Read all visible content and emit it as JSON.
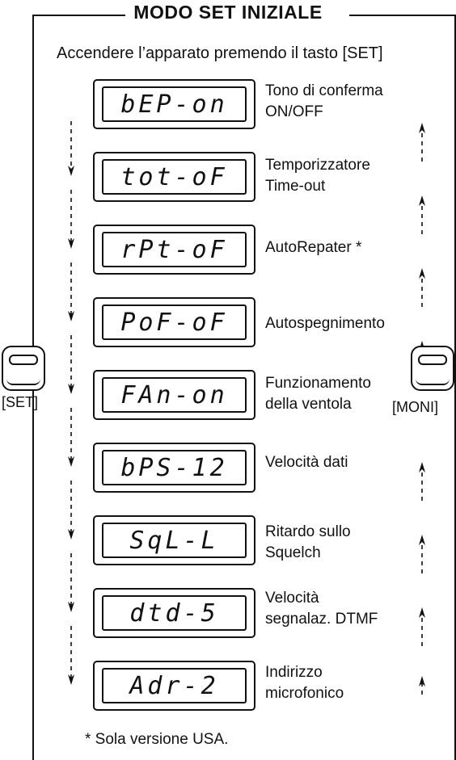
{
  "title": "MODO SET INIZIALE",
  "intro": "Accendere l’apparato premendo il tasto [SET]",
  "items": [
    {
      "display": "bEP-on",
      "desc_line1": "Tono di conferma",
      "desc_line2": "ON/OFF"
    },
    {
      "display": "tot-oF",
      "desc_line1": "Temporizzatore",
      "desc_line2": "Time-out"
    },
    {
      "display": "rPt-oF",
      "desc_line1": "AutoRepater *",
      "desc_line2": ""
    },
    {
      "display": "PoF-oF",
      "desc_line1": "Autospegnimento",
      "desc_line2": ""
    },
    {
      "display": "FAn-on",
      "desc_line1": "Funzionamento",
      "desc_line2": "della ventola"
    },
    {
      "display": "bPS-12",
      "desc_line1": "Velocità dati",
      "desc_line2": ""
    },
    {
      "display": "SqL-L",
      "desc_line1": "Ritardo sullo",
      "desc_line2": "Squelch"
    },
    {
      "display": "dtd-5",
      "desc_line1": "Velocità",
      "desc_line2": "segnalaz. DTMF"
    },
    {
      "display": "Adr-2",
      "desc_line1": "Indirizzo",
      "desc_line2": "microfonico"
    }
  ],
  "buttons": {
    "set_label": "[SET]",
    "moni_label": "[MONI]",
    "set_icon": "set-key-icon",
    "moni_icon": "moni-key-icon"
  },
  "footnote": "* Sola versione USA."
}
